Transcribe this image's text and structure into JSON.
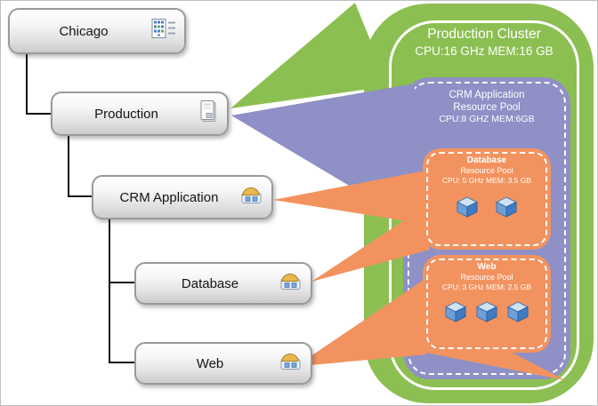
{
  "tree": {
    "nodes": [
      {
        "label": "Chicago",
        "icon": "datacenter-icon"
      },
      {
        "label": "Production",
        "icon": "host-icon"
      },
      {
        "label": "CRM Application",
        "icon": "resource-pool-icon"
      },
      {
        "label": "Database",
        "icon": "resource-pool-icon"
      },
      {
        "label": "Web",
        "icon": "resource-pool-icon"
      }
    ]
  },
  "cluster": {
    "title": "Production Cluster",
    "stats": "CPU:16 GHz MEM:16 GB",
    "color": "#8cbf52"
  },
  "crm_pool": {
    "name": "CRM Application",
    "type": "Resource Pool",
    "stats": "CPU:8 GHZ MEM:6GB",
    "color": "#8f90c6"
  },
  "database_pool": {
    "name": "Database",
    "type": "Resource Pool",
    "stats": "CPU: 5 GHz MEM: 3.5 GB",
    "vm_count": 2,
    "color": "#f2935f"
  },
  "web_pool": {
    "name": "Web",
    "type": "Resource Pool",
    "stats": "CPU: 3 GHz MEM: 2.5 GB",
    "vm_count": 3,
    "color": "#f2935f"
  }
}
